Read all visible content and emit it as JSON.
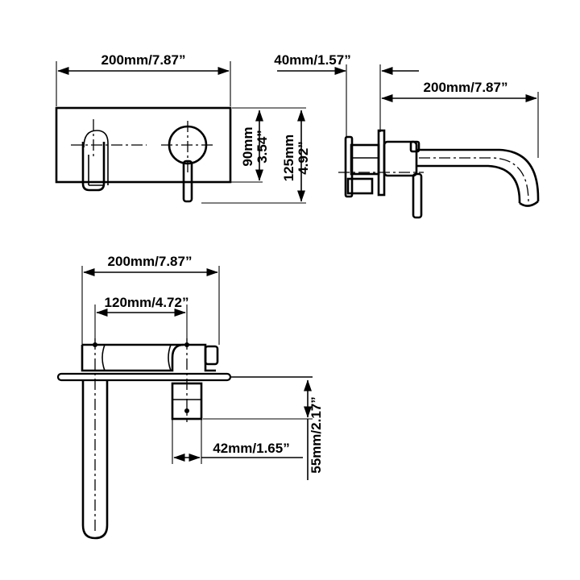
{
  "colors": {
    "line": "#000000",
    "background": "#ffffff"
  },
  "front_view": {
    "width_label": "200mm/7.87”",
    "height_inner_mm": "90mm",
    "height_inner_in": "3.54”",
    "height_outer_mm": "125mm",
    "height_outer_in": "4.92”"
  },
  "side_view": {
    "depth_label": "40mm/1.57”",
    "spout_length_label": "200mm/7.87”"
  },
  "top_view": {
    "width_label": "200mm/7.87”",
    "center_spacing_label": "120mm/4.72”",
    "body_depth_label": "42mm/1.65”",
    "wall_depth_label": "55mm/2.17”"
  }
}
